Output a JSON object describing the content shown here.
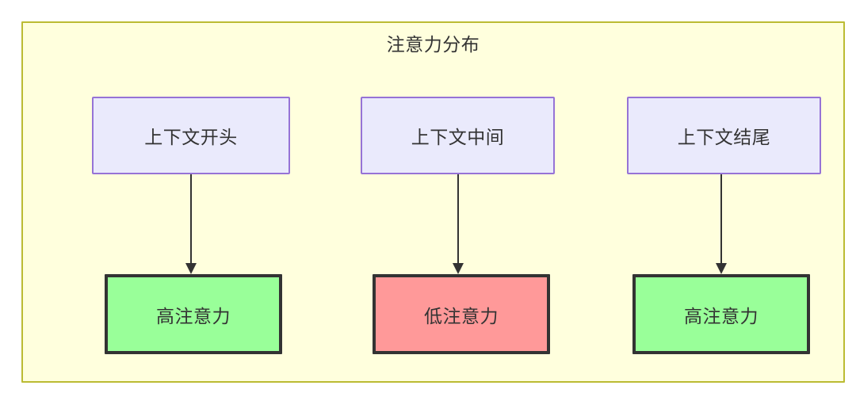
{
  "diagram": {
    "title": "注意力分布",
    "colors": {
      "container_bg": "#ffffdd",
      "container_border": "#bbbb33",
      "context_node_bg": "#eaeafc",
      "context_node_border": "#9673d6",
      "high_attention_bg": "#99ff99",
      "low_attention_bg": "#ff9999",
      "attention_node_border": "#333333",
      "edge_color": "#333333",
      "text_color": "#333333"
    },
    "columns": [
      {
        "source": {
          "label": "上下文开头",
          "name": "context-start"
        },
        "target": {
          "label": "高注意力",
          "name": "high-attention",
          "level": "high",
          "fill": "#99ff99"
        }
      },
      {
        "source": {
          "label": "上下文中间",
          "name": "context-middle"
        },
        "target": {
          "label": "低注意力",
          "name": "low-attention",
          "level": "low",
          "fill": "#ff9999"
        }
      },
      {
        "source": {
          "label": "上下文结尾",
          "name": "context-end"
        },
        "target": {
          "label": "高注意力",
          "name": "high-attention",
          "level": "high",
          "fill": "#99ff99"
        }
      }
    ]
  }
}
